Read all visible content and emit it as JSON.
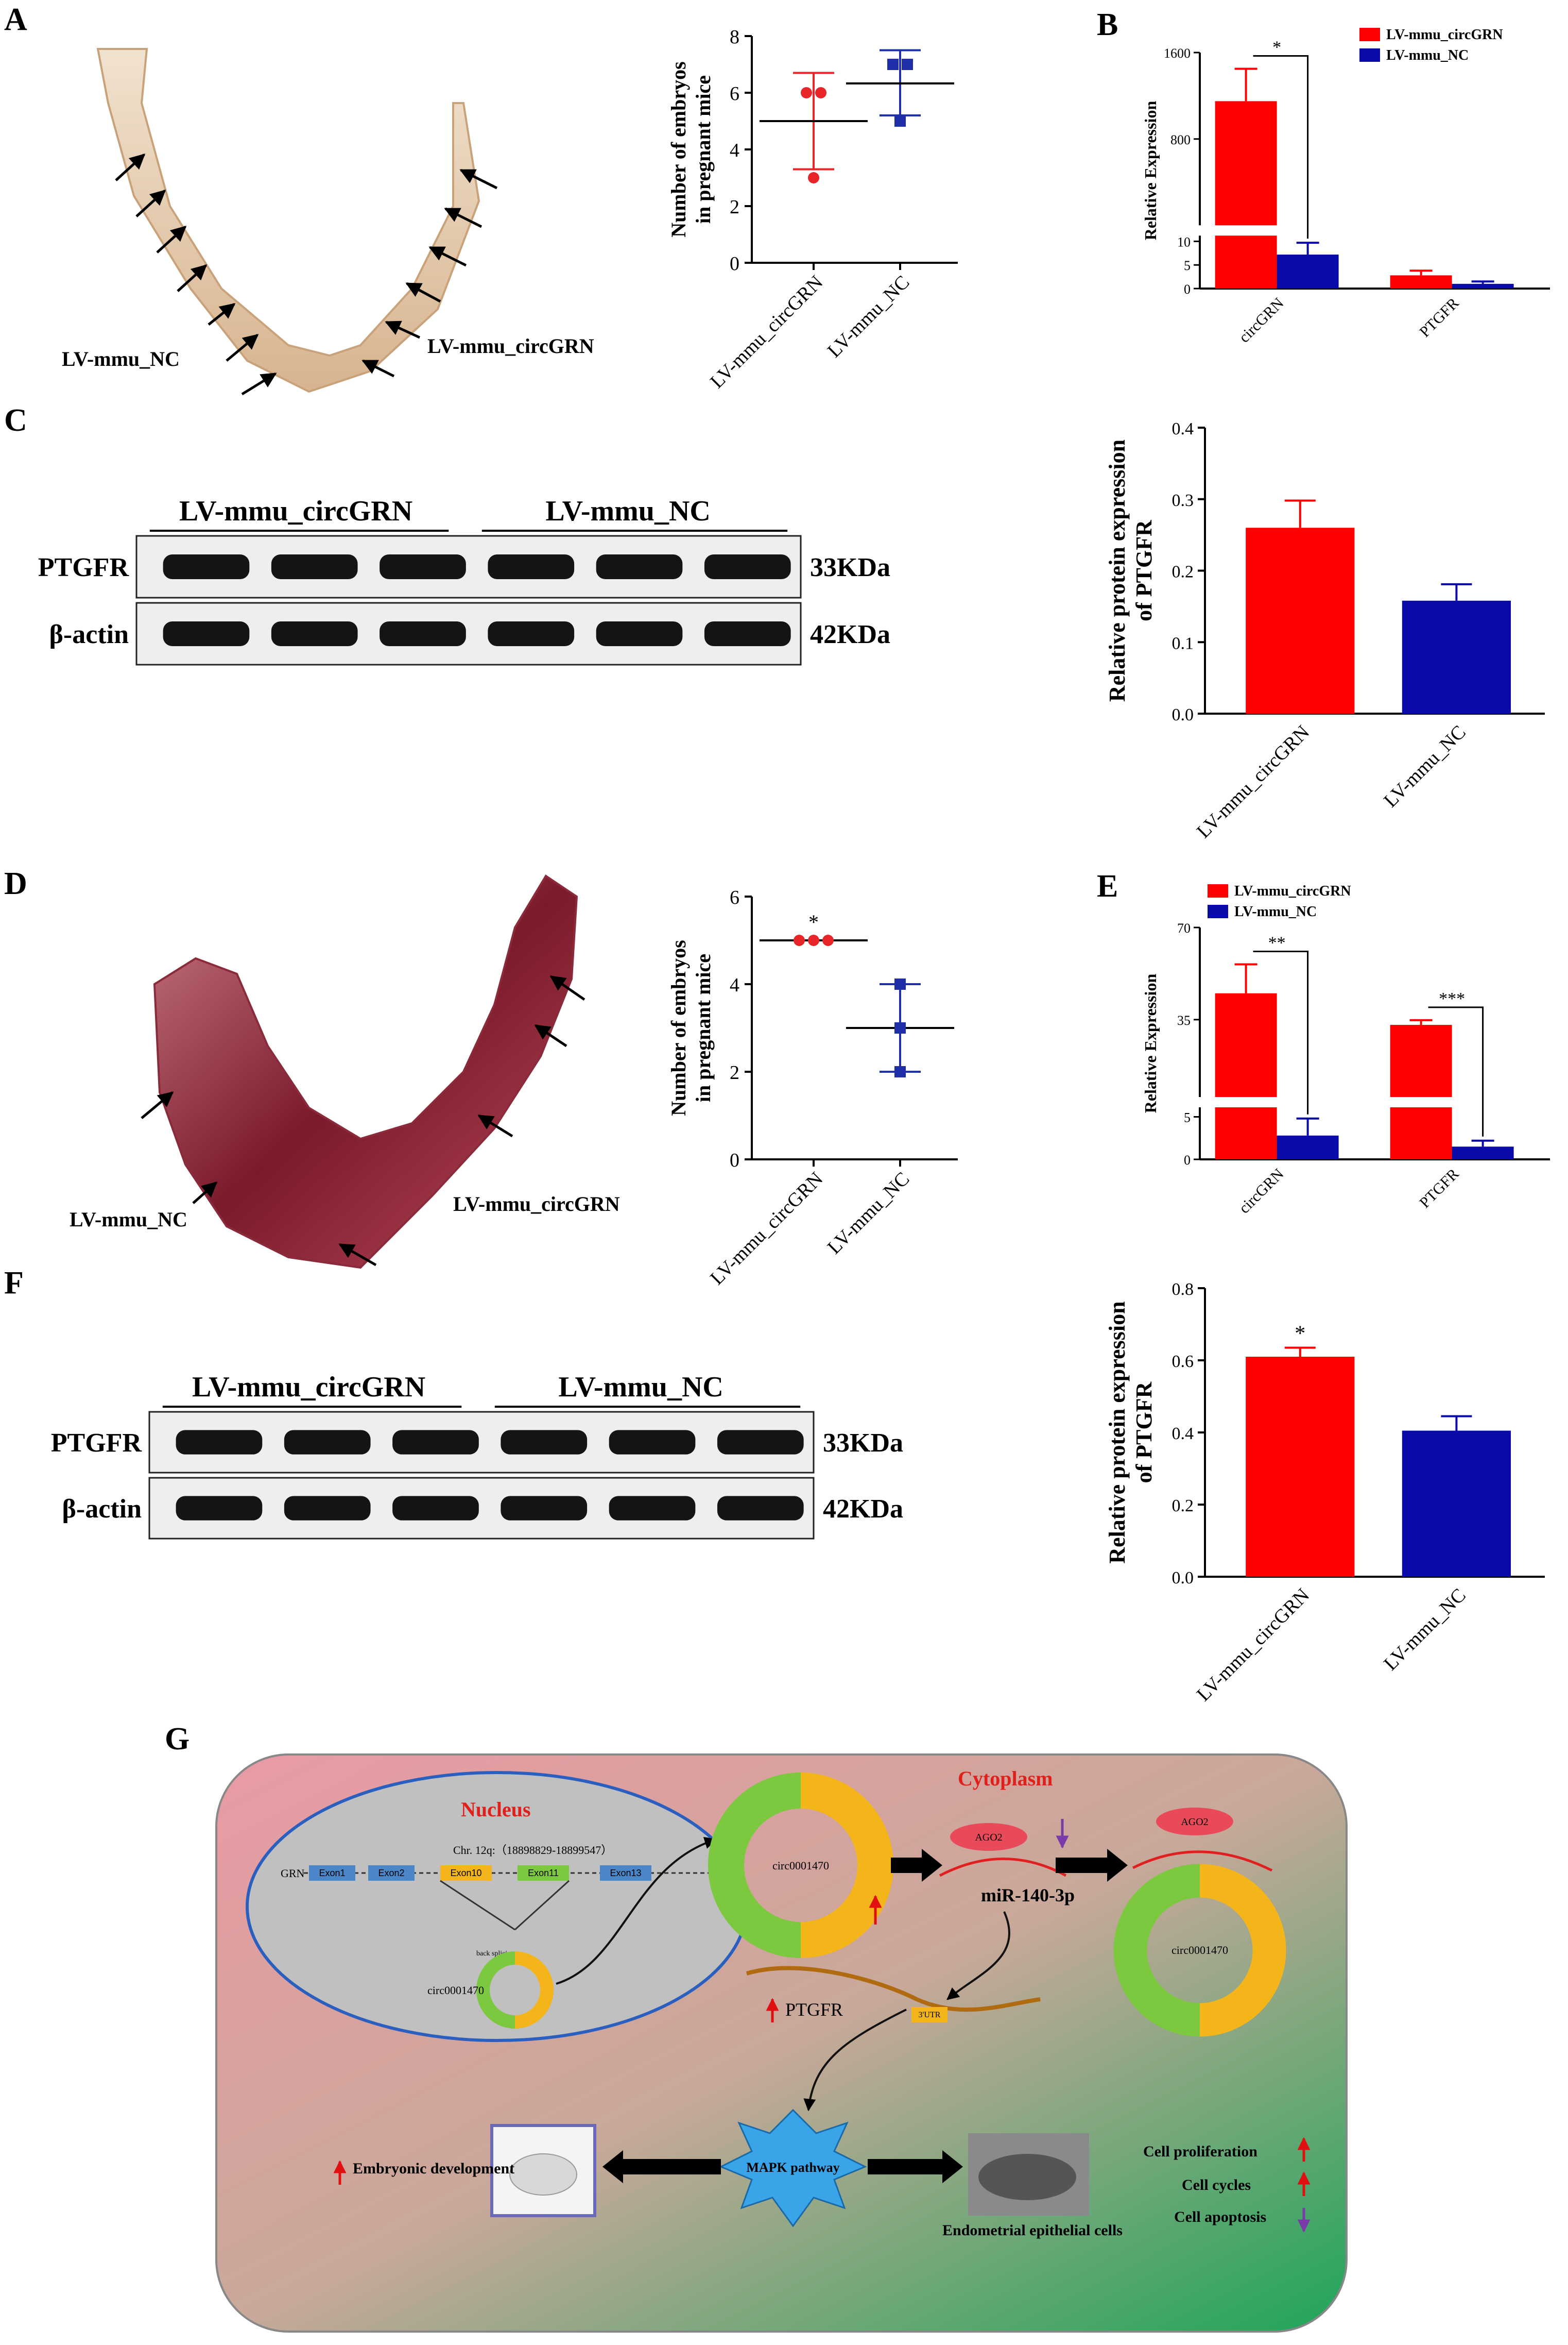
{
  "panels": {
    "A": {
      "letter": "A",
      "photo_labels": [
        "LV-mmu_NC",
        "LV-mmu_circGRN"
      ],
      "embryo_chart": {
        "ylabel_line1": "Number of embryos",
        "ylabel_line2": "in pregnant mice",
        "chart_data": {
          "type": "scatter",
          "categories": [
            "LV-mmu_circGRN",
            "LV-mmu_NC"
          ],
          "yticks": [
            "0",
            "2",
            "4",
            "6",
            "8"
          ],
          "ylim": [
            0,
            8
          ],
          "series": [
            {
              "name": "LV-mmu_circGRN",
              "points": [
                6,
                6,
                3
              ],
              "mean": 5.0,
              "sd_low": 3.3,
              "sd_high": 6.7,
              "color": "#e8262a"
            },
            {
              "name": "LV-mmu_NC",
              "points": [
                7,
                7,
                5
              ],
              "mean": 6.33,
              "sd_low": 5.2,
              "sd_high": 7.5,
              "color": "#1f2faa"
            }
          ],
          "significance": []
        }
      }
    },
    "B": {
      "letter": "B",
      "ylabel": "Relative Expression",
      "legend": [
        "LV-mmu_circGRN",
        "LV-mmu_NC"
      ],
      "chart_data": {
        "type": "bar",
        "categories": [
          "circGRN",
          "PTGFR"
        ],
        "yticks_upper": [
          "800",
          "1600"
        ],
        "yticks_lower": [
          "0",
          "5",
          "10"
        ],
        "series": [
          {
            "name": "LV-mmu_circGRN",
            "values": [
              1150,
              2.8
            ],
            "errors": [
              300,
              1.0
            ],
            "color": "#fe0000"
          },
          {
            "name": "LV-mmu_NC",
            "values": [
              7.2,
              1.0
            ],
            "errors": [
              2.5,
              0.5
            ],
            "color": "#0a0aa8"
          }
        ],
        "significance": [
          "*"
        ]
      }
    },
    "C": {
      "letter": "C",
      "blot": {
        "group1": "LV-mmu_circGRN",
        "group2": "LV-mmu_NC",
        "rows": [
          {
            "label": "PTGFR",
            "size": "33KDa"
          },
          {
            "label": "β-actin",
            "size": "42KDa"
          }
        ]
      },
      "protein_chart": {
        "ylabel_line1": "Relative  protein expression",
        "ylabel_line2": "of PTGFR",
        "chart_data": {
          "type": "bar",
          "categories": [
            "LV-mmu_circGRN",
            "LV-mmu_NC"
          ],
          "yticks": [
            "0.0",
            "0.1",
            "0.2",
            "0.3",
            "0.4"
          ],
          "ylim": [
            0,
            0.4
          ],
          "values": [
            0.26,
            0.158
          ],
          "errors": [
            0.038,
            0.023
          ],
          "colors": [
            "#fe0000",
            "#0a0aa8"
          ],
          "significance": []
        }
      }
    },
    "D": {
      "letter": "D",
      "photo_labels": [
        "LV-mmu_NC",
        "LV-mmu_circGRN"
      ],
      "embryo_chart": {
        "ylabel_line1": "Number of embryos",
        "ylabel_line2": "in pregnant mice",
        "chart_data": {
          "type": "scatter",
          "categories": [
            "LV-mmu_circGRN",
            "LV-mmu_NC"
          ],
          "yticks": [
            "0",
            "2",
            "4",
            "6"
          ],
          "ylim": [
            0,
            6
          ],
          "series": [
            {
              "name": "LV-mmu_circGRN",
              "points": [
                5,
                5,
                5
              ],
              "mean": 5.0,
              "sd_low": 5.0,
              "sd_high": 5.0,
              "color": "#e8262a"
            },
            {
              "name": "LV-mmu_NC",
              "points": [
                4,
                3,
                2
              ],
              "mean": 3.0,
              "sd_low": 2.0,
              "sd_high": 4.0,
              "color": "#1f2faa"
            }
          ],
          "significance": [
            "*"
          ]
        }
      }
    },
    "E": {
      "letter": "E",
      "ylabel": "Relative Expression",
      "legend": [
        "LV-mmu_circGRN",
        "LV-mmu_NC"
      ],
      "chart_data": {
        "type": "bar",
        "categories": [
          "circGRN",
          "PTGFR"
        ],
        "yticks_upper": [
          "35",
          "70"
        ],
        "yticks_lower": [
          "0",
          "5"
        ],
        "series": [
          {
            "name": "LV-mmu_circGRN",
            "values": [
              45,
              33
            ],
            "errors": [
              11,
              1.8
            ],
            "color": "#fe0000"
          },
          {
            "name": "LV-mmu_NC",
            "values": [
              2.8,
              1.5
            ],
            "errors": [
              2.0,
              0.7
            ],
            "color": "#0a0aa8"
          }
        ],
        "significance": [
          "**",
          "***"
        ]
      }
    },
    "F": {
      "letter": "F",
      "blot": {
        "group1": "LV-mmu_circGRN",
        "group2": "LV-mmu_NC",
        "rows": [
          {
            "label": "PTGFR",
            "size": "33KDa"
          },
          {
            "label": "β-actin",
            "size": "42KDa"
          }
        ]
      },
      "protein_chart": {
        "ylabel_line1": "Relative  protein expression",
        "ylabel_line2": "of PTGFR",
        "chart_data": {
          "type": "bar",
          "categories": [
            "LV-mmu_circGRN",
            "LV-mmu_NC"
          ],
          "yticks": [
            "0.0",
            "0.2",
            "0.4",
            "0.6",
            "0.8"
          ],
          "ylim": [
            0,
            0.8
          ],
          "values": [
            0.61,
            0.405
          ],
          "errors": [
            0.025,
            0.04
          ],
          "colors": [
            "#fe0000",
            "#0a0aa8"
          ],
          "significance": [
            "*"
          ]
        }
      }
    },
    "G": {
      "letter": "G",
      "nucleus_title": "Nucleus",
      "cytoplasm_title": "Cytoplasm",
      "gene": "GRN",
      "chr": "Chr. 12q:（18898829-18899547）",
      "exons": [
        "Exon1",
        "Exon2",
        "Exon10",
        "Exon11",
        "Exon13"
      ],
      "back_splicing": "back splicing",
      "circ_name": "circ0001470",
      "ago2": "AGO2",
      "mirna": "miR-140-3p",
      "utr": "3'UTR",
      "ptgfr": "PTGFR",
      "mapk": "MAPK pathway",
      "embryonic": "Embryonic development",
      "endometrial": "Endometrial epithelial cells",
      "effects": [
        "Cell proliferation",
        "Cell cycles",
        "Cell apoptosis"
      ]
    }
  }
}
